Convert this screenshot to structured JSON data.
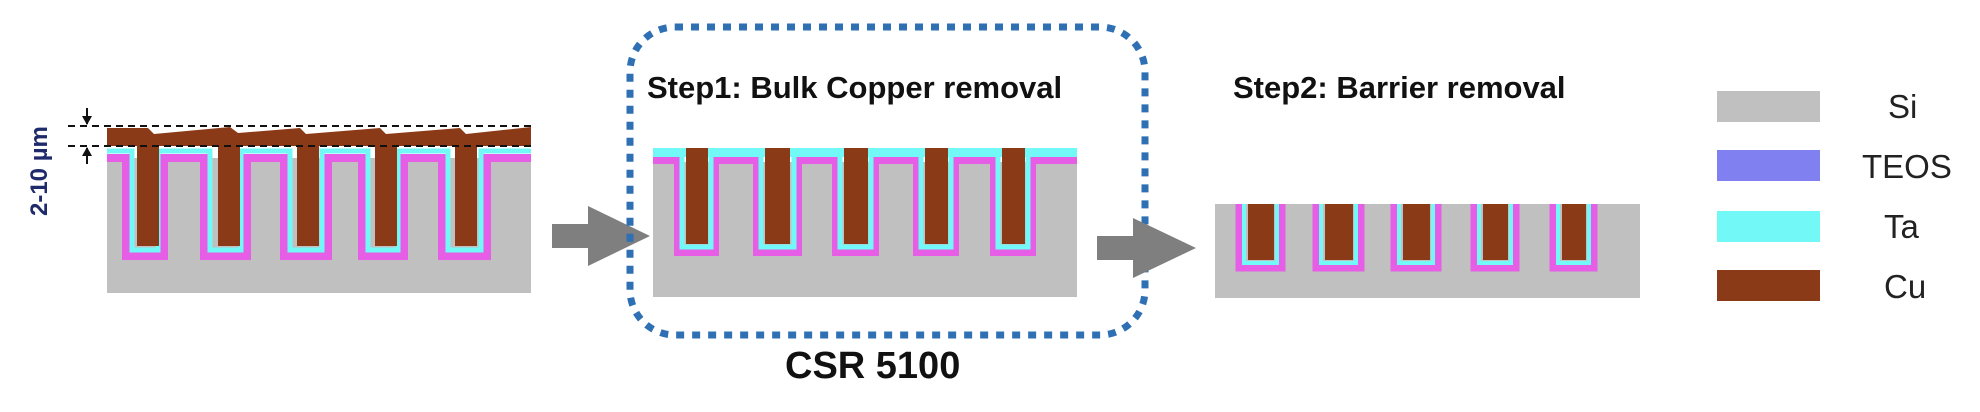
{
  "thickness_label": "2-10 µm",
  "step1_title": "Step1: Bulk Copper removal",
  "step2_title": "Step2: Barrier removal",
  "tool_label": "CSR 5100",
  "legend": [
    {
      "label": "Si",
      "color": "#c0c0c0"
    },
    {
      "label": "TEOS",
      "color": "#8080f0"
    },
    {
      "label": "Ta",
      "color": "#73f8f8"
    },
    {
      "label": "Cu",
      "color": "#8b3a17"
    }
  ],
  "colors": {
    "si": "#c0c0c0",
    "liner": "#e55ee5",
    "ta": "#73f8f8",
    "cu": "#8b3a17",
    "arrow": "#7f7f7f",
    "dashed_box": "#2f6fb3",
    "dim": "#111111"
  }
}
